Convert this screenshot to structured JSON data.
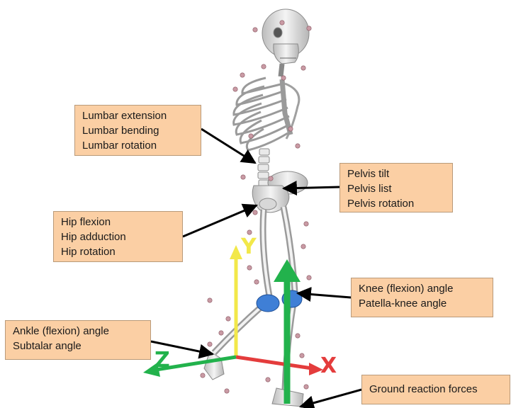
{
  "annotations": {
    "lumbar": {
      "lines": [
        "Lumbar extension",
        "Lumbar bending",
        "Lumbar rotation"
      ]
    },
    "pelvis": {
      "lines": [
        "Pelvis tilt",
        "Pelvis list",
        "Pelvis rotation"
      ]
    },
    "hip": {
      "lines": [
        "Hip flexion",
        "Hip adduction",
        "Hip rotation"
      ]
    },
    "knee": {
      "lines": [
        "Knee (flexion) angle",
        "Patella-knee angle"
      ]
    },
    "ankle": {
      "lines": [
        "Ankle (flexion) angle",
        "Subtalar angle"
      ]
    },
    "grf": {
      "lines": [
        "Ground reaction forces"
      ]
    }
  },
  "axes": {
    "y": {
      "label": "Y",
      "color": "#f2e84a"
    },
    "x": {
      "label": "X",
      "color": "#e43c3c"
    },
    "z": {
      "label": "Z",
      "color": "#22b24c"
    }
  },
  "colors": {
    "label_fill": "#fbcfa4",
    "bone": "#e6e6e6",
    "marker": "#c99aa4",
    "knee_joint": "#3f7fd6"
  }
}
